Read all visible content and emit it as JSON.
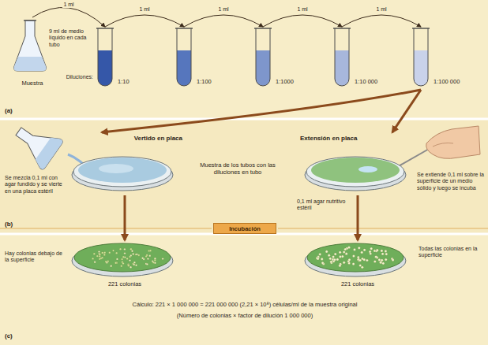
{
  "diagram": {
    "nodes": [
      {
        "text": [
          "Muestra"
        ]
      },
      {
        "text": [
          "1:10"
        ]
      },
      {
        "text": [
          "1:100"
        ]
      },
      {
        "text": [
          "1:1000"
        ]
      },
      {
        "text": [
          "1:10 000"
        ]
      },
      {
        "text": [
          "1:100 000"
        ]
      },
      {
        "text": [
          "Vertido en placa"
        ]
      },
      {
        "text": [
          "Extensión en placa"
        ]
      },
      {
        "text": [
          "Incubación"
        ]
      },
      {
        "text": [
          "221 colonias"
        ]
      },
      {
        "text": [
          "221 colonias"
        ]
      }
    ],
    "edges": [
      {
        "from": 0,
        "to": 1,
        "label": "1 ml",
        "arrow": "to"
      },
      {
        "from": 1,
        "to": 2,
        "label": "1 ml",
        "arrow": "to"
      },
      {
        "from": 2,
        "to": 3,
        "label": "1 ml",
        "arrow": "to"
      },
      {
        "from": 3,
        "to": 4,
        "label": "1 ml",
        "arrow": "to"
      },
      {
        "from": 4,
        "to": 5,
        "label": "1 ml",
        "arrow": "to"
      },
      {
        "from": 5,
        "to": 6,
        "arrow": "to"
      },
      {
        "from": 5,
        "to": 7,
        "arrow": "to"
      },
      {
        "from": 6,
        "to": 9,
        "arrow": "to"
      },
      {
        "from": 7,
        "to": 10,
        "arrow": "to"
      }
    ],
    "labels": [
      "9 ml de medio líquido en cada tubo",
      "Diluciones:",
      "(a)",
      "Se mezcla 0,1 ml con agar fundido y se vierte en una placa estéril",
      "Muestra de los tubos con las diluciones en tubo",
      "Se extiende 0,1 ml sobre la superficie de un medio sólido y luego se incuba",
      "0,1 ml agar nutritivo estéril",
      "(b)",
      "Hay colonias debajo de la superficie",
      "Todas las colonias en la superficie",
      "Cálculo: 221 × 1 000 000 = 221 000 000 (2,21 × 10⁸) células/ml de la muestra original",
      "(Número de colonias × factor de dilución 1 000 000)",
      "(c)"
    ]
  }
}
